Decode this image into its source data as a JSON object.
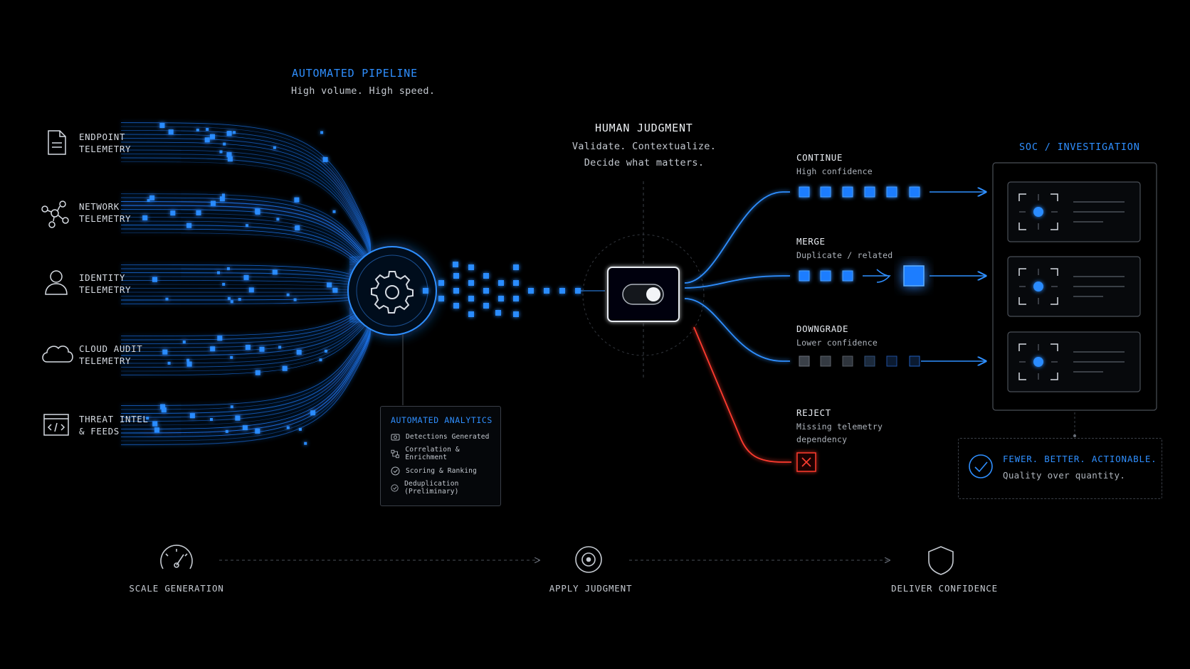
{
  "pipeline": {
    "title": "AUTOMATED PIPELINE",
    "subtitle": "High volume. High speed."
  },
  "sources": [
    {
      "line1": "ENDPOINT",
      "line2": "TELEMETRY",
      "icon": "document-icon"
    },
    {
      "line1": "NETWORK",
      "line2": "TELEMETRY",
      "icon": "network-nodes-icon"
    },
    {
      "line1": "IDENTITY",
      "line2": "TELEMETRY",
      "icon": "user-icon"
    },
    {
      "line1": "CLOUD AUDIT",
      "line2": "TELEMETRY",
      "icon": "cloud-icon"
    },
    {
      "line1": "THREAT INTEL",
      "line2": "& FEEDS",
      "icon": "code-window-icon"
    }
  ],
  "analytics": {
    "title": "AUTOMATED ANALYTICS",
    "items": [
      {
        "label": "Detections Generated",
        "icon": "camera-icon"
      },
      {
        "label": "Correlation & Enrichment",
        "icon": "link-icon"
      },
      {
        "label": "Scoring & Ranking",
        "icon": "check-circle-icon"
      },
      {
        "label": "Deduplication (Preliminary)",
        "icon": "check-circle-icon"
      }
    ]
  },
  "judgment": {
    "title": "HUMAN JUDGMENT",
    "line1": "Validate. Contextualize.",
    "line2": "Decide what matters."
  },
  "outcomes": {
    "continue": {
      "title": "CONTINUE",
      "sub": "High confidence"
    },
    "merge": {
      "title": "MERGE",
      "sub": "Duplicate / related"
    },
    "downgrade": {
      "title": "DOWNGRADE",
      "sub": "Lower confidence"
    },
    "reject": {
      "title": "REJECT",
      "sub1": "Missing telemetry",
      "sub2": "dependency"
    }
  },
  "soc": {
    "title": "SOC / INVESTIGATION",
    "confidence_title": "FEWER. BETTER. ACTIONABLE.",
    "confidence_sub": "Quality over quantity."
  },
  "stages": [
    {
      "label": "SCALE GENERATION",
      "icon": "gauge-icon"
    },
    {
      "label": "APPLY JUDGMENT",
      "icon": "target-icon"
    },
    {
      "label": "DELIVER CONFIDENCE",
      "icon": "shield-icon"
    }
  ],
  "colors": {
    "accent": "#2f8fff",
    "reject": "#ff3b2f",
    "background": "#000000"
  }
}
